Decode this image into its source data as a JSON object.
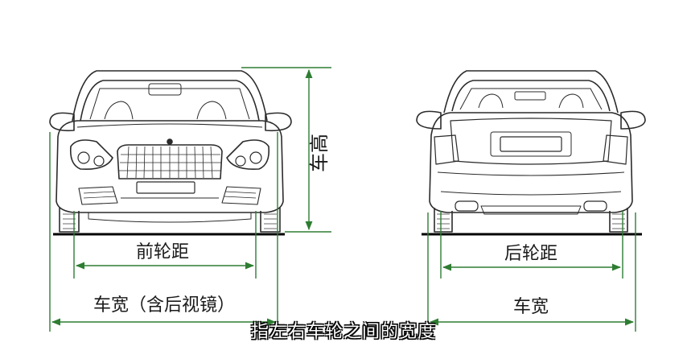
{
  "labels": {
    "car_height": "车高",
    "front_track": "前轮距",
    "rear_track": "后轮距",
    "width_with_mirrors": "车宽（含后视镜）",
    "width": "车宽"
  },
  "caption": "指左右车轮之间的宽度",
  "colors": {
    "dimension_line": "#2e7d32",
    "outline": "#2b2b2b",
    "ground": "#000000"
  }
}
